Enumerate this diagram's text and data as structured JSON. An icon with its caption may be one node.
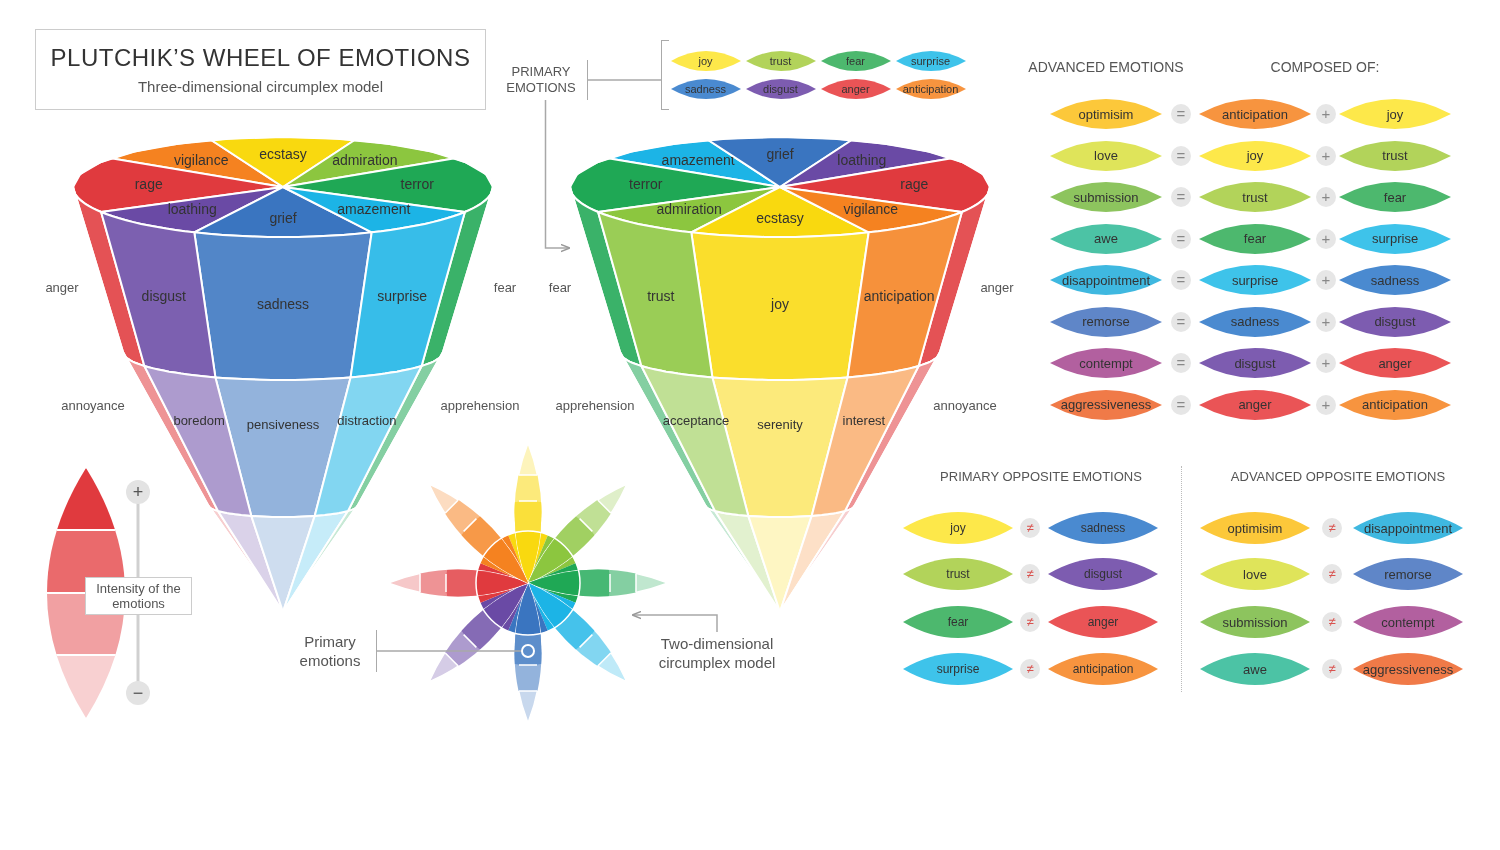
{
  "diagram": {
    "title": "PLUTCHIK’S WHEEL OF EMOTIONS",
    "nodes": [
      {
        "text": [
          "PRIMARY EMOTIONS"
        ]
      },
      {
        "text": [],
        "shape": "bracket"
      },
      {
        "text": [
          "joy"
        ],
        "in": 1
      },
      {
        "text": [
          "trust"
        ],
        "in": 1
      },
      {
        "text": [
          "fear"
        ],
        "in": 1
      },
      {
        "text": [
          "surprise"
        ],
        "in": 1
      },
      {
        "text": [
          "sadness"
        ],
        "in": 1
      },
      {
        "text": [
          "disgust"
        ],
        "in": 1
      },
      {
        "text": [
          "anger"
        ],
        "in": 1
      },
      {
        "text": [
          "anticipation"
        ],
        "in": 1
      },
      {
        "text": [],
        "shape": "cone"
      },
      {
        "text": [
          "vigilance"
        ],
        "in": 10
      },
      {
        "text": [
          "ecstasy"
        ],
        "in": 10
      },
      {
        "text": [
          "admiration"
        ],
        "in": 10
      },
      {
        "text": [
          "rage"
        ],
        "in": 10
      },
      {
        "text": [
          "terror"
        ],
        "in": 10
      },
      {
        "text": [
          "loathing"
        ],
        "in": 10
      },
      {
        "text": [
          "grief"
        ],
        "in": 10
      },
      {
        "text": [
          "amazement"
        ],
        "in": 10
      },
      {
        "text": [
          "disgust"
        ],
        "in": 10
      },
      {
        "text": [
          "sadness"
        ],
        "in": 10
      },
      {
        "text": [
          "surprise"
        ],
        "in": 10
      },
      {
        "text": [
          "boredom"
        ],
        "in": 10
      },
      {
        "text": [
          "pensiveness"
        ],
        "in": 10
      },
      {
        "text": [
          "distraction"
        ],
        "in": 10
      },
      {
        "text": [],
        "shape": "band",
        "beside": [
          "anger"
        ],
        "in": 10
      },
      {
        "text": [],
        "shape": "band",
        "beside": [
          "fear"
        ],
        "in": 10
      },
      {
        "text": [],
        "shape": "band",
        "beside": [
          "annoyance"
        ],
        "in": 10
      },
      {
        "text": [],
        "shape": "band",
        "beside": [
          "apprehension"
        ],
        "in": 10
      },
      {
        "text": [],
        "shape": "segment",
        "in": 10
      },
      {
        "text": [],
        "shape": "cone"
      },
      {
        "text": [
          "amazement"
        ],
        "in": 30
      },
      {
        "text": [
          "grief"
        ],
        "in": 30
      },
      {
        "text": [
          "loathing"
        ],
        "in": 30
      },
      {
        "text": [
          "terror"
        ],
        "in": 30
      },
      {
        "text": [
          "rage"
        ],
        "in": 30
      },
      {
        "text": [
          "admiration"
        ],
        "in": 30
      },
      {
        "text": [
          "ecstasy"
        ],
        "in": 30
      },
      {
        "text": [
          "vigilance"
        ],
        "in": 30
      },
      {
        "text": [
          "trust"
        ],
        "in": 30
      },
      {
        "text": [
          "joy"
        ],
        "in": 30
      },
      {
        "text": [
          "anticipation"
        ],
        "in": 30
      },
      {
        "text": [
          "acceptance"
        ],
        "in": 30
      },
      {
        "text": [
          "serenity"
        ],
        "in": 30
      },
      {
        "text": [
          "interest"
        ],
        "in": 30
      },
      {
        "text": [],
        "shape": "band",
        "beside": [
          "fear"
        ],
        "in": 30
      },
      {
        "text": [],
        "shape": "band",
        "beside": [
          "anger"
        ],
        "in": 30
      },
      {
        "text": [],
        "shape": "band",
        "beside": [
          "apprehension"
        ],
        "in": 30
      },
      {
        "text": [],
        "shape": "band",
        "beside": [
          "annoyance"
        ],
        "in": 30
      },
      {
        "text": [],
        "shape": "segment",
        "in": 30
      },
      {
        "text": [
          "optimisim"
        ]
      },
      {
        "text": [
          "="
        ]
      },
      {
        "text": [
          "anticipation"
        ]
      },
      {
        "text": [
          "+"
        ]
      },
      {
        "text": [
          "joy"
        ]
      },
      {
        "text": [
          "love"
        ]
      },
      {
        "text": [
          "="
        ]
      },
      {
        "text": [
          "joy"
        ]
      },
      {
        "text": [
          "+"
        ]
      },
      {
        "text": [
          "trust"
        ]
      },
      {
        "text": [
          "submission"
        ]
      },
      {
        "text": [
          "="
        ]
      },
      {
        "text": [
          "trust"
        ]
      },
      {
        "text": [
          "+"
        ]
      },
      {
        "text": [
          "fear"
        ]
      },
      {
        "text": [
          "awe"
        ]
      },
      {
        "text": [
          "="
        ]
      },
      {
        "text": [
          "fear"
        ]
      },
      {
        "text": [
          "+"
        ]
      },
      {
        "text": [
          "surprise"
        ]
      },
      {
        "text": [
          "disappointment"
        ]
      },
      {
        "text": [
          "="
        ]
      },
      {
        "text": [
          "surprise"
        ]
      },
      {
        "text": [
          "+"
        ]
      },
      {
        "text": [
          "sadness"
        ]
      },
      {
        "text": [
          "remorse"
        ]
      },
      {
        "text": [
          "="
        ]
      },
      {
        "text": [
          "sadness"
        ]
      },
      {
        "text": [
          "+"
        ]
      },
      {
        "text": [
          "disgust"
        ]
      },
      {
        "text": [
          "contempt"
        ]
      },
      {
        "text": [
          "="
        ]
      },
      {
        "text": [
          "disgust"
        ]
      },
      {
        "text": [
          "+"
        ]
      },
      {
        "text": [
          "anger"
        ]
      },
      {
        "text": [
          "aggressiveness"
        ]
      },
      {
        "text": [
          "="
        ]
      },
      {
        "text": [
          "anger"
        ]
      },
      {
        "text": [
          "+"
        ]
      },
      {
        "text": [
          "anticipation"
        ]
      },
      {
        "text": [
          "joy"
        ]
      },
      {
        "text": [
          "≠"
        ]
      },
      {
        "text": [
          "sadness"
        ]
      },
      {
        "text": [
          "trust"
        ]
      },
      {
        "text": [
          "≠"
        ]
      },
      {
        "text": [
          "disgust"
        ]
      },
      {
        "text": [
          "fear"
        ]
      },
      {
        "text": [
          "≠"
        ]
      },
      {
        "text": [
          "anger"
        ]
      },
      {
        "text": [
          "surprise"
        ]
      },
      {
        "text": [
          "≠"
        ]
      },
      {
        "text": [
          "anticipation"
        ]
      },
      {
        "text": [
          "optimisim"
        ]
      },
      {
        "text": [
          "≠"
        ]
      },
      {
        "text": [
          "disappointment"
        ]
      },
      {
        "text": [
          "love"
        ]
      },
      {
        "text": [
          "≠"
        ]
      },
      {
        "text": [
          "remorse"
        ]
      },
      {
        "text": [
          "submission"
        ]
      },
      {
        "text": [
          "≠"
        ]
      },
      {
        "text": [
          "contempt"
        ]
      },
      {
        "text": [
          "awe"
        ]
      },
      {
        "text": [
          "≠"
        ]
      },
      {
        "text": [
          "aggressiveness"
        ]
      },
      {
        "text": [],
        "shape": "flower"
      },
      {
        "text": [
          "Two-dimensional circumplex model"
        ]
      },
      {
        "text": [
          "Primary emotions"
        ]
      },
      {
        "text": [
          "Intensity of the emotions"
        ]
      }
    ],
    "edges": [
      {
        "from": 0,
        "to": 1,
        "arrow": "none"
      },
      {
        "from": 0,
        "to": 30,
        "arrow": "to"
      },
      {
        "from": 115,
        "to": 114,
        "arrow": "to"
      },
      {
        "from": 116,
        "to": 114,
        "arrow": "other"
      }
    ],
    "labels": [
      "Three-dimensional circumplex model",
      "ADVANCED EMOTIONS",
      "COMPOSED OF:",
      "PRIMARY OPPOSITE EMOTIONS",
      "ADVANCED OPPOSITE EMOTIONS",
      "+",
      "−"
    ]
  }
}
